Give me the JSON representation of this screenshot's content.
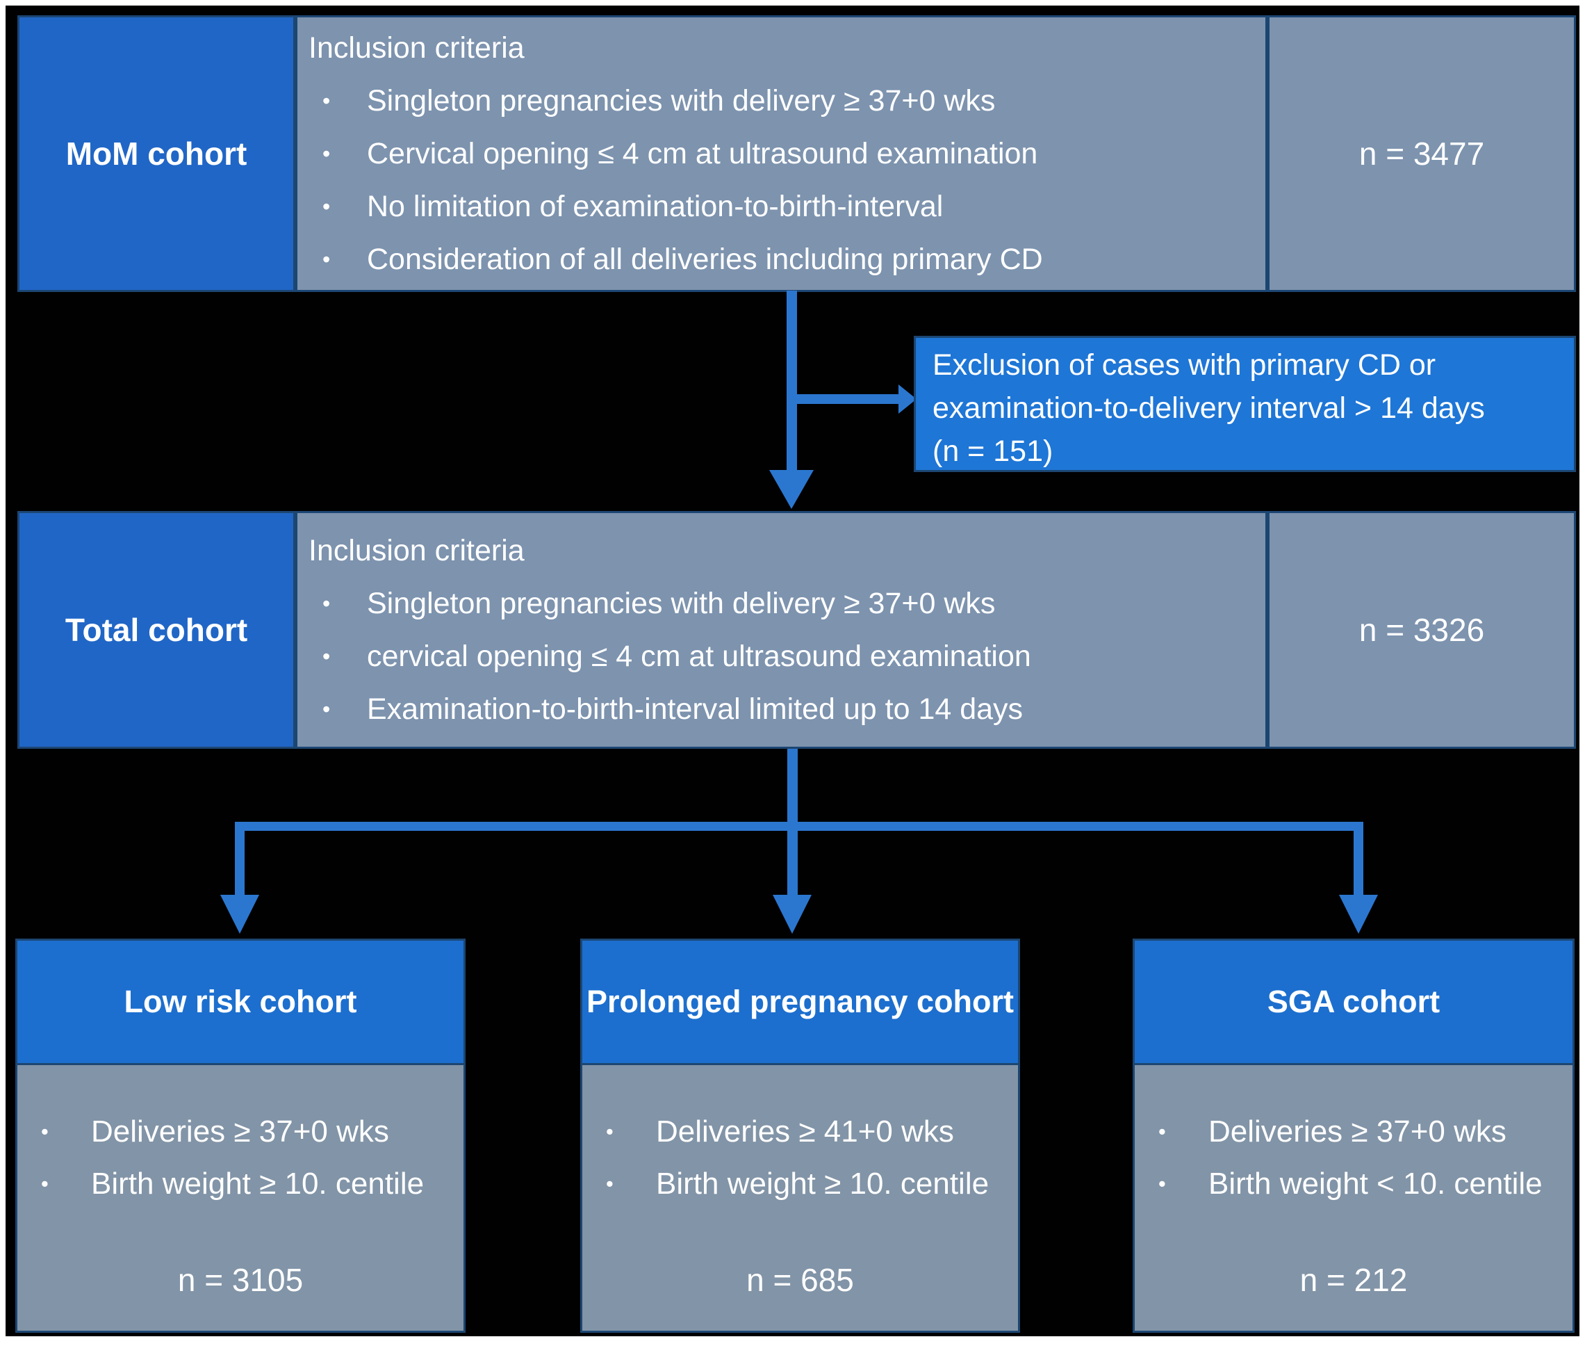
{
  "colors": {
    "canvas-bg": "#010101",
    "label-blue": "#2066c6",
    "header-blue": "#1c6fce",
    "exclusion-blue": "#1e76d6",
    "arrow-blue": "#2b77d0",
    "row-body": "#7d93ae",
    "sub-body": "#8294a7",
    "box-border": "#1c4672",
    "text": "#ffffff"
  },
  "mom_row": {
    "label": "MoM cohort",
    "criteria_title": "Inclusion criteria",
    "bullets": [
      "Singleton pregnancies with delivery ≥ 37+0 wks",
      "Cervical opening ≤ 4 cm at ultrasound examination",
      "No limitation of examination-to-birth-interval",
      "Consideration of all deliveries including primary CD"
    ],
    "n_label": "n = 3477"
  },
  "exclusion": {
    "line1": "Exclusion of cases with primary CD or",
    "line2": "examination-to-delivery interval > 14 days",
    "line3": "(n = 151)"
  },
  "total_row": {
    "label": "Total cohort",
    "criteria_title": "Inclusion criteria",
    "bullets": [
      "Singleton pregnancies with delivery ≥ 37+0 wks",
      "cervical opening ≤ 4 cm at ultrasound examination",
      "Examination-to-birth-interval limited up to 14 days"
    ],
    "n_label": "n = 3326"
  },
  "subcohorts": {
    "low_risk": {
      "title": "Low risk cohort",
      "bullets": [
        "Deliveries ≥ 37+0 wks",
        "Birth weight ≥ 10. centile"
      ],
      "n_label": "n = 3105"
    },
    "prolonged": {
      "title": "Prolonged pregnancy cohort",
      "bullets": [
        "Deliveries ≥ 41+0 wks",
        "Birth weight ≥ 10. centile"
      ],
      "n_label": "n = 685"
    },
    "sga": {
      "title": "SGA cohort",
      "bullets": [
        "Deliveries ≥ 37+0 wks",
        "Birth weight < 10. centile"
      ],
      "n_label": "n = 212"
    }
  }
}
